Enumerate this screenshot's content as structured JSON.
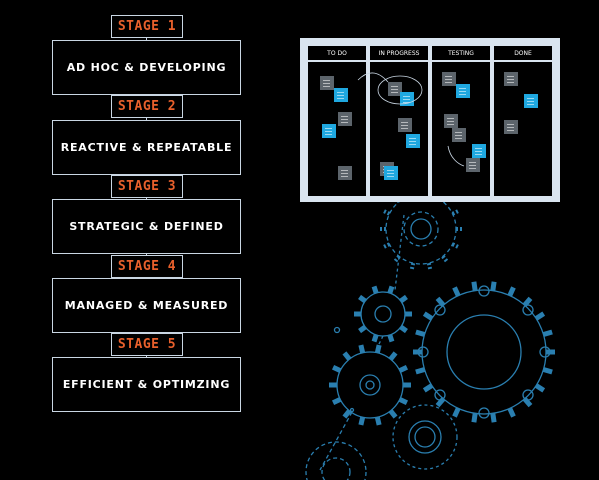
{
  "stages": [
    {
      "label": "STAGE 1",
      "title": "AD HOC & DEVELOPING"
    },
    {
      "label": "STAGE 2",
      "title": "REACTIVE & REPEATABLE"
    },
    {
      "label": "STAGE 3",
      "title": "STRATEGIC & DEFINED"
    },
    {
      "label": "STAGE 4",
      "title": "MANAGED & MEASURED"
    },
    {
      "label": "STAGE 5",
      "title": "EFFICIENT & OPTIMZING"
    }
  ],
  "board": {
    "columns": [
      "TO DO",
      "IN PROGRESS",
      "TESTING",
      "DONE"
    ]
  },
  "colors": {
    "stage_label": "#e8602c",
    "border": "#c9d6e3",
    "note_blue": "#1fa8e0",
    "note_gray": "#5c646b",
    "gear": "#2a7fb0"
  }
}
